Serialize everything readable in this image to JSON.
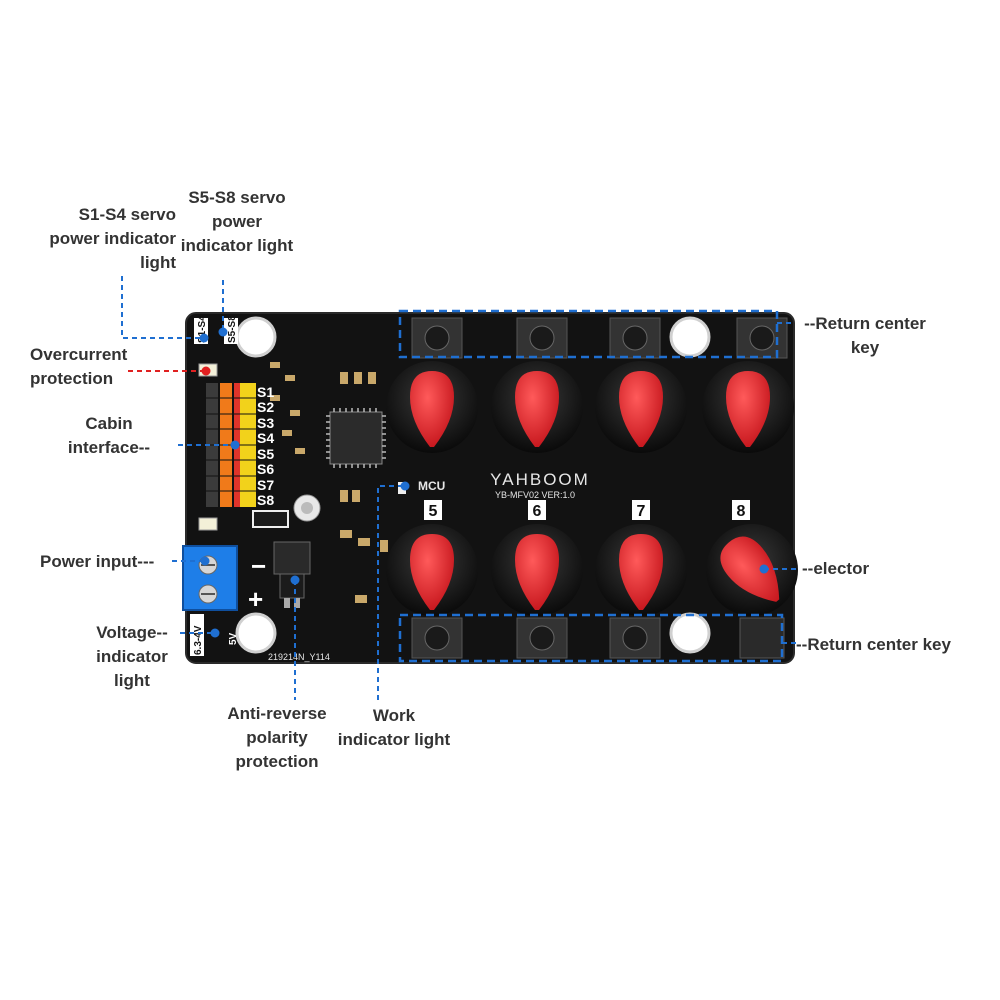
{
  "labels": {
    "s1_s4": [
      "S1-S4 servo",
      "power indicator",
      "light"
    ],
    "s5_s8": [
      "S5-S8 servo",
      "power",
      "indicator light"
    ],
    "overcurrent": [
      "Overcurrent",
      "protection"
    ],
    "cabin": [
      "Cabin",
      "interface--"
    ],
    "power_input": "Power input---",
    "voltage": [
      "Voltage--",
      "indicator",
      "light"
    ],
    "anti_reverse": [
      "Anti-reverse",
      "polarity",
      "protection"
    ],
    "work_light": [
      "Work",
      "indicator light"
    ],
    "return_key_top": [
      "--Return center",
      "key"
    ],
    "selector": "--elector",
    "return_key_bottom": "--Return center key"
  },
  "board": {
    "brand": "YAHBOOM",
    "model": "YB-MFV02  VER:1.0",
    "serial": "219214N_Y114",
    "mcu": "MCU",
    "servo_labels": [
      "S1",
      "S2",
      "S3",
      "S4",
      "S5",
      "S6",
      "S7",
      "S8"
    ],
    "knob_numbers": [
      "5",
      "6",
      "7",
      "8"
    ],
    "voltage_text": "6.3-4V",
    "v5_text": "5V",
    "s1_s4_text": "S1-S4",
    "s5_s8_text": "S5-S8",
    "minus": "−",
    "plus": "+"
  },
  "colors": {
    "pcb": "#111111",
    "knob_red": "#e8232a",
    "callout_blue": "#1f6fd1",
    "callout_red": "#e02020",
    "terminal_blue": "#1e7ee8",
    "pin_yellow": "#f2d21b",
    "pin_orange": "#f07a1a"
  }
}
